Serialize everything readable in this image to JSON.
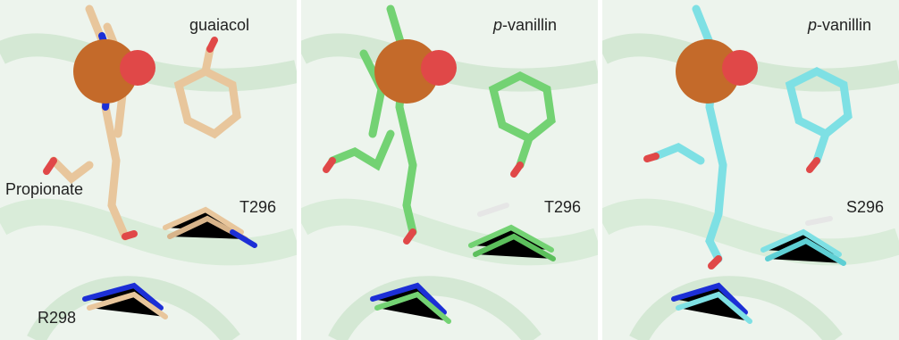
{
  "panels": [
    {
      "ligand_label": "guaiacol",
      "ligand_italic": "",
      "residue_label": "T296",
      "extra_labels": [
        "Propionate",
        "R298"
      ],
      "carbon_color": "#e8c69c"
    },
    {
      "ligand_label": "-vanillin",
      "ligand_italic": "p",
      "residue_label": "T296",
      "extra_labels": [],
      "carbon_color": "#73d273"
    },
    {
      "ligand_label": "-vanillin",
      "ligand_italic": "p",
      "residue_label": "S296",
      "extra_labels": [],
      "carbon_color": "#7ee0e4"
    }
  ],
  "colors": {
    "iron": "#c46a2a",
    "oxygen": "#e04848",
    "nitrogen": "#1c2fd6",
    "hydrogen": "#e6e6e6",
    "protein": "#d7ecd7"
  }
}
